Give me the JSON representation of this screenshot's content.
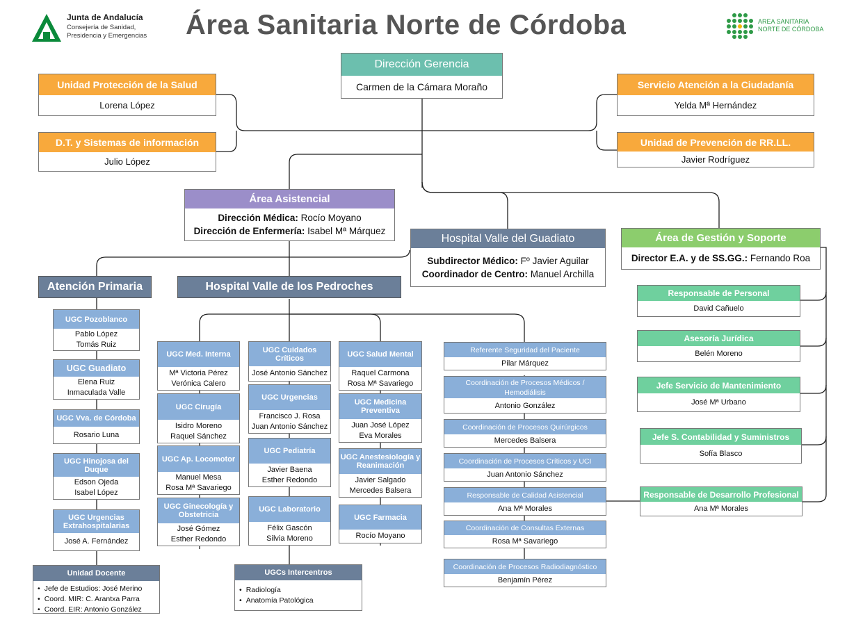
{
  "header": {
    "title": "Área Sanitaria Norte de Córdoba",
    "left_logo": {
      "line1": "Junta de Andalucía",
      "line2": "Consejería de Sanidad,",
      "line3": "Presidencia y Emergencias"
    },
    "right_logo": {
      "line1": "AREA SANITARIA",
      "line2": "NORTE DE CÓRDOBA"
    }
  },
  "top": {
    "direccion": {
      "title": "Dirección Gerencia",
      "name": "Carmen de la Cámara Moraño"
    },
    "upl": {
      "title": "Unidad Protección de la Salud",
      "name": "Lorena López"
    },
    "dts": {
      "title": "D.T. y Sistemas de información",
      "name": "Julio López"
    },
    "sac": {
      "title": "Servicio Atención a la Ciudadanía",
      "name": "Yelda Mª Hernández"
    },
    "prl": {
      "title": "Unidad de Prevención de RR.LL.",
      "name": "Javier Rodríguez"
    }
  },
  "asistencial": {
    "title": "Área Asistencial",
    "med_label": "Dirección Médica:",
    "med_name": "Rocío Moyano",
    "enf_label": "Dirección de Enfermería:",
    "enf_name": "Isabel Mª Márquez"
  },
  "guadiato": {
    "title": "Hospital Valle del Guadiato",
    "sub_label": "Subdirector Médico:",
    "sub_name": "Fº Javier Aguilar",
    "coord_label": "Coordinador de Centro:",
    "coord_name": "Manuel Archilla"
  },
  "gestion": {
    "title": "Área de Gestión y Soporte",
    "dir_label": "Director E.A. y de SS.GG.:",
    "dir_name": "Fernando Roa",
    "items": [
      {
        "title": "Responsable de Personal",
        "name": "David Cañuelo"
      },
      {
        "title": "Asesoría Jurídica",
        "name": "Belén Moreno"
      },
      {
        "title": "Jefe Servicio de Mantenimiento",
        "name": "José Mª Urbano"
      },
      {
        "title": "Jefe S. Contabilidad y Suministros",
        "name": "Sofía Blasco"
      },
      {
        "title": "Responsable de Desarrollo Profesional",
        "name": "Ana Mª Morales"
      }
    ]
  },
  "primaria": {
    "title": "Atención Primaria",
    "ugcs": [
      {
        "title": "UGC Pozoblanco",
        "names": [
          "Pablo López",
          "Tomás Ruiz"
        ]
      },
      {
        "title": "UGC Guadiato",
        "names": [
          "Elena Ruiz",
          "Inmaculada Valle"
        ]
      },
      {
        "title": "UGC Vva. de Córdoba",
        "names": [
          "Rosario Luna"
        ]
      },
      {
        "title": "UGC Hinojosa del Duque",
        "names": [
          "Edson Ojeda",
          "Isabel López"
        ]
      },
      {
        "title": "UGC Urgencias Extrahospitalarias",
        "names": [
          "José A. Fernández"
        ]
      }
    ],
    "docente": {
      "title": "Unidad Docente",
      "items": [
        "Jefe de Estudios: José Merino",
        "Coord. MIR: C. Arantxa Parra",
        "Coord. EIR: Antonio González"
      ]
    }
  },
  "pedroches": {
    "title": "Hospital Valle de los Pedroches",
    "col1": [
      {
        "title": "UGC Med. Interna",
        "names": [
          "Mª Victoria Pérez",
          "Verónica Calero"
        ]
      },
      {
        "title": "UGC Cirugía",
        "names": [
          "Isidro Moreno",
          "Raquel Sánchez"
        ]
      },
      {
        "title": "UGC Ap. Locomotor",
        "names": [
          "Manuel Mesa",
          "Rosa Mª Savariego"
        ]
      },
      {
        "title": "UGC Ginecología y Obstetricia",
        "names": [
          "José Gómez",
          "Esther Redondo"
        ]
      }
    ],
    "col2": [
      {
        "title": "UGC Cuidados Críticos",
        "names": [
          "José Antonio Sánchez"
        ]
      },
      {
        "title": "UGC Urgencias",
        "names": [
          "Francisco J. Rosa",
          "Juan Antonio Sánchez"
        ]
      },
      {
        "title": "UGC Pediatría",
        "names": [
          "Javier Baena",
          "Esther Redondo"
        ]
      },
      {
        "title": "UGC Laboratorio",
        "names": [
          "Félix Gascón",
          "Silvia Moreno"
        ]
      }
    ],
    "col3": [
      {
        "title": "UGC Salud Mental",
        "names": [
          "Raquel Carmona",
          "Rosa Mª Savariego"
        ]
      },
      {
        "title": "UGC Medicina Preventiva",
        "names": [
          "Juan José López",
          "Eva Morales"
        ]
      },
      {
        "title": "UGC Anestesiología y Reanimación",
        "names": [
          "Javier Salgado",
          "Mercedes Balsera"
        ]
      },
      {
        "title": "UGC Farmacia",
        "names": [
          "Rocío Moyano"
        ]
      }
    ],
    "intercentros": {
      "title": "UGCs Intercentros",
      "items": [
        "Radiología",
        "Anatomía Patológica"
      ]
    },
    "coord": [
      {
        "title": "Referente Seguridad del Paciente",
        "name": "Pilar Márquez"
      },
      {
        "title": "Coordinación de Procesos Médicos / Hemodiálisis",
        "name": "Antonio González"
      },
      {
        "title": "Coordinación de Procesos Quirúrgicos",
        "name": "Mercedes Balsera"
      },
      {
        "title": "Coordinación de Procesos Críticos y UCI",
        "name": "Juan Antonio Sánchez"
      },
      {
        "title": "Responsable de Calidad Asistencial",
        "name": "Ana Mª Morales"
      },
      {
        "title": "Coordinación de Consultas Externas",
        "name": "Rosa Mª Savariego"
      },
      {
        "title": "Coordinación de Procesos Radiodiagnóstico",
        "name": "Benjamín Pérez"
      }
    ]
  }
}
